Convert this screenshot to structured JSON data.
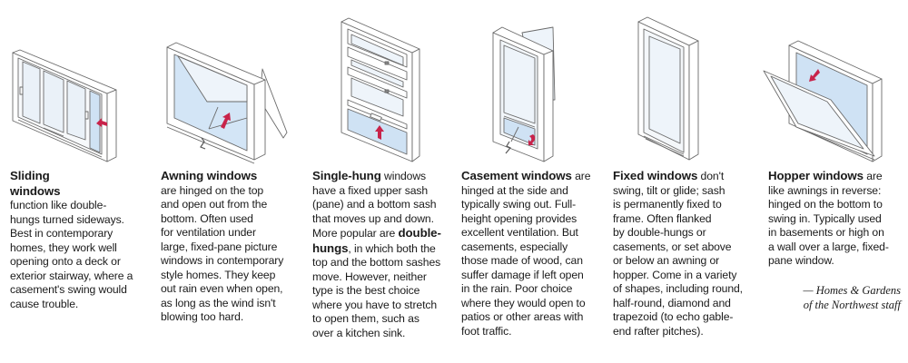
{
  "colors": {
    "glass": "#d8e8f6",
    "frame_stroke": "#6a6a6a",
    "arrow": "#c8234a",
    "text": "#1a1a1a"
  },
  "windows": [
    {
      "id": "sliding",
      "title": "Sliding windows",
      "title_line1": "Sliding",
      "title_line2": "windows",
      "body": "function like double-hungs turned sideways. Best in contemporary homes, they work well opening onto a deck or exterior stairway, where a casement's swing would cause trouble.",
      "lines": [
        "function like double-",
        "hungs turned sideways.",
        "Best in contemporary",
        "homes, they work well",
        "opening onto a deck or",
        "exterior stairway, where a",
        "casement's swing would",
        "cause trouble."
      ],
      "icon": "sliding-window-illustration"
    },
    {
      "id": "awning",
      "title": "Awning windows",
      "body": "are hinged on the top and open out from the bottom. Often used for ventilation under large, fixed-pane picture windows in contemporary style homes. They keep out rain even when open, as long as the wind isn't blowing too hard.",
      "lines": [
        "are hinged on the top",
        "and open out from the",
        "bottom. Often used",
        "for ventilation under",
        "large, fixed-pane picture",
        "windows in contemporary",
        "style homes. They keep",
        "out rain even when open,",
        "as long as the wind isn't",
        "blowing too hard."
      ],
      "icon": "awning-window-illustration"
    },
    {
      "id": "single-hung",
      "title": "Single-hung",
      "title_suffix": " windows",
      "body": "have a fixed upper sash (pane) and a bottom sash that moves up and down. More popular are double-hungs, in which both the top and the bottom sashes move. However, neither type is the best choice where you have to stretch to open them, such as over a kitchen sink.",
      "lines_a": [
        "have a fixed upper sash",
        "(pane) and a bottom sash",
        "that moves up and down.",
        "More popular are "
      ],
      "bold_inline_1": "double-",
      "bold_inline_2": "hungs",
      "lines_b": [
        ", in which both the",
        "top and the bottom sashes",
        "move. However, neither",
        "type is the best choice",
        "where you have to stretch",
        "to open them, such as",
        "over a kitchen sink."
      ],
      "icon": "single-hung-window-illustration"
    },
    {
      "id": "casement",
      "title": "Casement windows",
      "title_suffix": " are",
      "body": "hinged at the side and typically swing out. Full-height opening provides excellent ventilation. But casements, especially those made of wood, can suffer damage if left open in the rain. Poor choice where they would open to patios or other areas with foot traffic.",
      "lines": [
        "hinged at the side and",
        "typically swing out. Full-",
        "height opening provides",
        "excellent ventilation. But",
        "casements, especially",
        "those made of wood, can",
        "suffer damage if left open",
        "in the rain. Poor choice",
        "where they would open to",
        "patios or other areas with",
        "foot traffic."
      ],
      "icon": "casement-window-illustration"
    },
    {
      "id": "fixed",
      "title": "Fixed windows",
      "title_suffix": " don't",
      "body": "swing, tilt or glide; sash is permanently fixed to frame. Often flanked by double-hungs or casements, or set above or below an awning or hopper. Come in a variety of shapes, including round, half-round, diamond and trapezoid (to echo gable-end rafter pitches).",
      "lines": [
        "swing, tilt or glide; sash",
        "is permanently fixed to",
        "frame. Often flanked",
        "by double-hungs or",
        "casements, or set above",
        "or below an awning or",
        "hopper. Come in a variety",
        "of shapes, including round,",
        "half-round, diamond and",
        "trapezoid (to echo gable-",
        "end rafter pitches)."
      ],
      "icon": "fixed-window-illustration"
    },
    {
      "id": "hopper",
      "title": "Hopper windows",
      "title_suffix": " are",
      "body": "like awnings in reverse: hinged on the bottom to swing in. Typically used in basements or high on a wall over a large, fixed-pane window.",
      "lines": [
        "like awnings in reverse:",
        "hinged on the bottom to",
        "swing in. Typically used",
        "in basements or high on",
        "a wall over a large, fixed-",
        "pane window."
      ],
      "icon": "hopper-window-illustration"
    }
  ],
  "credit": {
    "line1": "— Homes & Gardens",
    "line2": "of the Northwest staff"
  }
}
